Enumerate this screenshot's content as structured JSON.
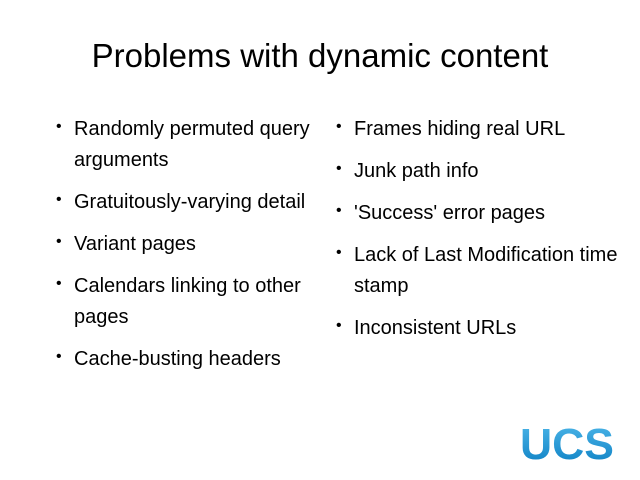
{
  "slide": {
    "title": "Problems with dynamic content",
    "left_bullets": [
      "Randomly permuted query arguments",
      "Gratuitously-varying detail",
      "Variant pages",
      "Calendars linking to other pages",
      "Cache-busting headers"
    ],
    "right_bullets": [
      "Frames hiding real URL",
      "Junk path info",
      "'Success' error pages",
      "Lack of Last Modification time stamp",
      "Inconsistent URLs"
    ],
    "logo_text": "UCS",
    "logo_colors": [
      "#4fb8ea",
      "#0a7ec2"
    ]
  }
}
